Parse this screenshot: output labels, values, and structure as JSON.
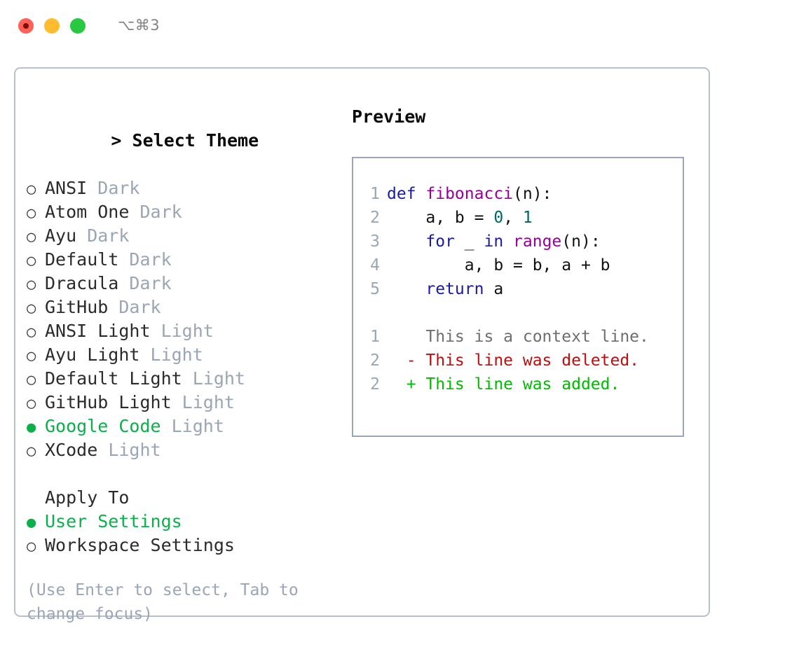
{
  "titlebar": {
    "shortcut": "⌥⌘3",
    "lights": [
      "close",
      "minimize",
      "zoom"
    ]
  },
  "theme_section": {
    "caret": ">",
    "title": "Select Theme",
    "marker_off": "○",
    "marker_on": "●",
    "items": [
      {
        "label": "ANSI",
        "suffix": "Dark",
        "selected": false
      },
      {
        "label": "Atom One",
        "suffix": "Dark",
        "selected": false
      },
      {
        "label": "Ayu",
        "suffix": "Dark",
        "selected": false
      },
      {
        "label": "Default",
        "suffix": "Dark",
        "selected": false
      },
      {
        "label": "Dracula",
        "suffix": "Dark",
        "selected": false
      },
      {
        "label": "GitHub",
        "suffix": "Dark",
        "selected": false
      },
      {
        "label": "ANSI Light",
        "suffix": "Light",
        "selected": false
      },
      {
        "label": "Ayu Light",
        "suffix": "Light",
        "selected": false
      },
      {
        "label": "Default Light",
        "suffix": "Light",
        "selected": false
      },
      {
        "label": "GitHub Light",
        "suffix": "Light",
        "selected": false
      },
      {
        "label": "Google Code",
        "suffix": "Light",
        "selected": true
      },
      {
        "label": "XCode",
        "suffix": "Light",
        "selected": false
      }
    ]
  },
  "apply_section": {
    "title": "Apply To",
    "items": [
      {
        "label": "User Settings",
        "selected": true
      },
      {
        "label": "Workspace Settings",
        "selected": false
      }
    ]
  },
  "hint": "(Use Enter to select, Tab to change focus)",
  "preview": {
    "title": "Preview",
    "code_lines": [
      {
        "no": "1",
        "tokens": [
          {
            "t": "def ",
            "c": "kw"
          },
          {
            "t": "fibonacci",
            "c": "fn"
          },
          {
            "t": "(n):",
            "c": "plain"
          }
        ]
      },
      {
        "no": "2",
        "tokens": [
          {
            "t": "    a, b = ",
            "c": "plain"
          },
          {
            "t": "0",
            "c": "num"
          },
          {
            "t": ", ",
            "c": "plain"
          },
          {
            "t": "1",
            "c": "num"
          }
        ]
      },
      {
        "no": "3",
        "tokens": [
          {
            "t": "    ",
            "c": "plain"
          },
          {
            "t": "for",
            "c": "kw"
          },
          {
            "t": " _ ",
            "c": "plain"
          },
          {
            "t": "in",
            "c": "kw"
          },
          {
            "t": " ",
            "c": "plain"
          },
          {
            "t": "range",
            "c": "fn"
          },
          {
            "t": "(n):",
            "c": "plain"
          }
        ]
      },
      {
        "no": "4",
        "tokens": [
          {
            "t": "        a, b = b, a + b",
            "c": "plain"
          }
        ]
      },
      {
        "no": "5",
        "tokens": [
          {
            "t": "    ",
            "c": "plain"
          },
          {
            "t": "return",
            "c": "kw"
          },
          {
            "t": " a",
            "c": "plain"
          }
        ]
      }
    ],
    "diff_lines": [
      {
        "no": "1",
        "marker": " ",
        "text": "This is a context line.",
        "kind": "ctx"
      },
      {
        "no": "2",
        "marker": "-",
        "text": "This line was deleted.",
        "kind": "del"
      },
      {
        "no": "2",
        "marker": "+",
        "text": "This line was added.",
        "kind": "add"
      }
    ]
  },
  "colors": {
    "accent_green": "#0ab04a",
    "muted": "#9aa5b5",
    "keyword": "#1a1aa6",
    "function": "#990099",
    "number": "#006666",
    "diff_delete": "#c00d0d",
    "diff_add": "#00bb00",
    "panel_border": "#b9c0cb",
    "preview_border": "#9aa5b5",
    "light_red": "#ff6159",
    "light_yellow": "#ffbd2e",
    "light_green": "#28c840"
  }
}
